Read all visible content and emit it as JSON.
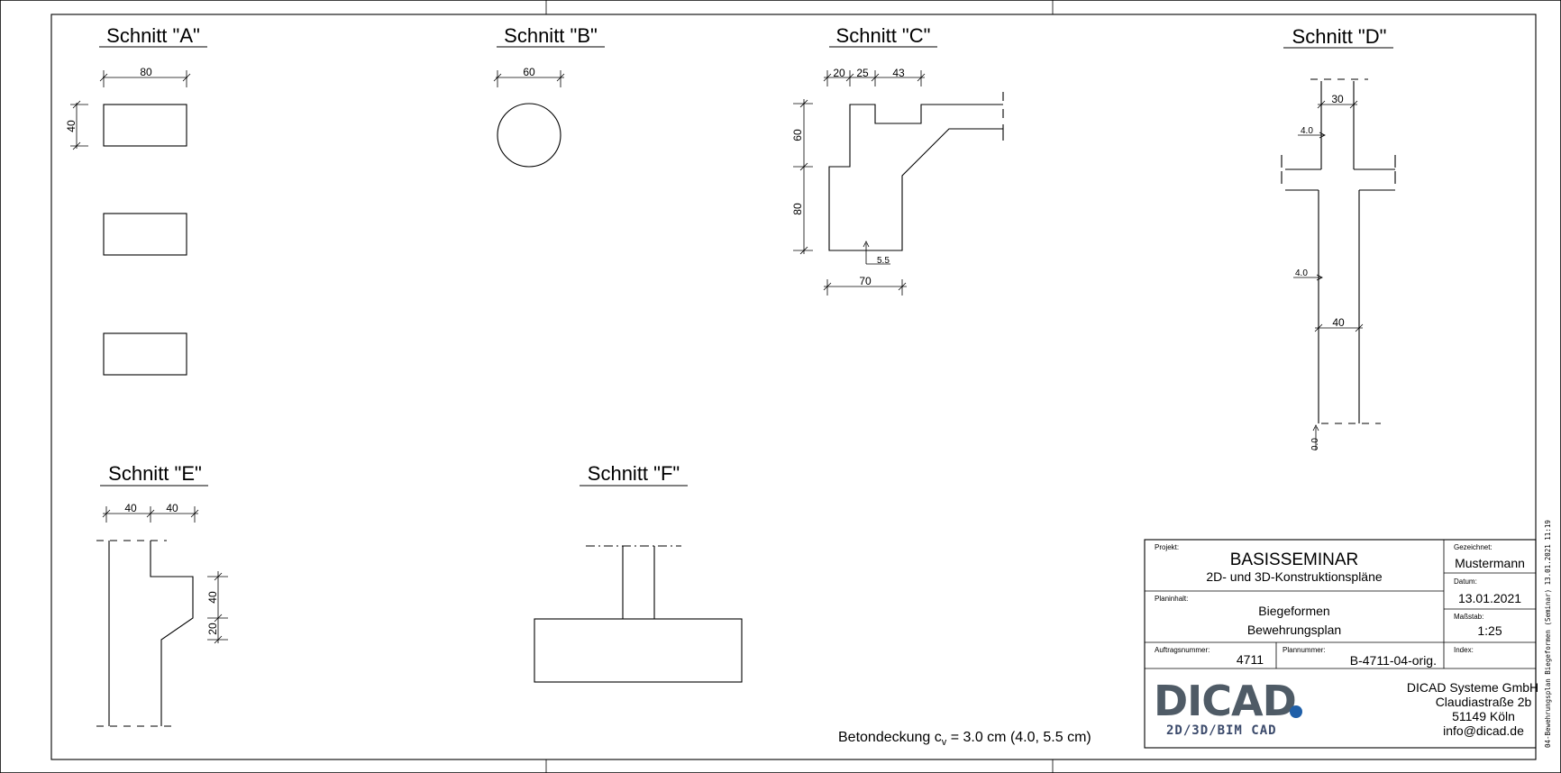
{
  "sections": {
    "a": {
      "title": "Schnitt \"A\"",
      "width": "80",
      "height": "40"
    },
    "b": {
      "title": "Schnitt \"B\"",
      "diameter": "60"
    },
    "c": {
      "title": "Schnitt \"C\"",
      "top_dim_1": "20",
      "top_dim_2": "25",
      "top_dim_3": "43",
      "left_dim_1": "60",
      "left_dim_2": "80",
      "cover": "5.5",
      "bottom_dim": "70"
    },
    "d": {
      "title": "Schnitt \"D\"",
      "top_width": "30",
      "cover_top": "4.0",
      "cover_mid": "4.0",
      "bottom_width": "40",
      "cover_bottom": "0.0"
    },
    "e": {
      "title": "Schnitt \"E\"",
      "top_dim_1": "40",
      "top_dim_2": "40",
      "right_dim_1": "40",
      "right_dim_2": "20"
    },
    "f": {
      "title": "Schnitt \"F\""
    }
  },
  "concrete_cover": {
    "prefix": "Betondeckung c",
    "subscript": "v",
    "suffix": " = 3.0 cm (4.0, 5.5 cm)"
  },
  "title_block": {
    "project_label": "Projekt:",
    "project_name": "BASISSEMINAR",
    "project_subtitle": "2D- und 3D-Konstruktionspläne",
    "drawn_label": "Gezeichnet:",
    "drawn_by": "Mustermann",
    "date_label": "Datum:",
    "date": "13.01.2021",
    "content_label": "Planinhalt:",
    "content_line_1": "Biegeformen",
    "content_line_2": "Bewehrungsplan",
    "scale_label": "Maßstab:",
    "scale": "1:25",
    "order_label": "Auftragsnummer:",
    "order_number": "4711",
    "plan_label": "Plannummer:",
    "plan_number": "B-4711-04-orig.",
    "index_label": "Index:",
    "logo_text": "DICAD",
    "logo_subtext": "2D/3D/BIM CAD",
    "company_name": "DICAD Systeme GmbH",
    "company_street": "Claudiastraße 2b",
    "company_city": "51149 Köln",
    "company_email": "info@dicad.de"
  },
  "file_stamp": "04-Bewehrungsplan Biegeformen (Seminar) 13.01.2021 11:19",
  "colors": {
    "logo_gray": "#4f5b66",
    "logo_dot": "#1f5fa8",
    "logo_sub": "#3b4a6b"
  }
}
